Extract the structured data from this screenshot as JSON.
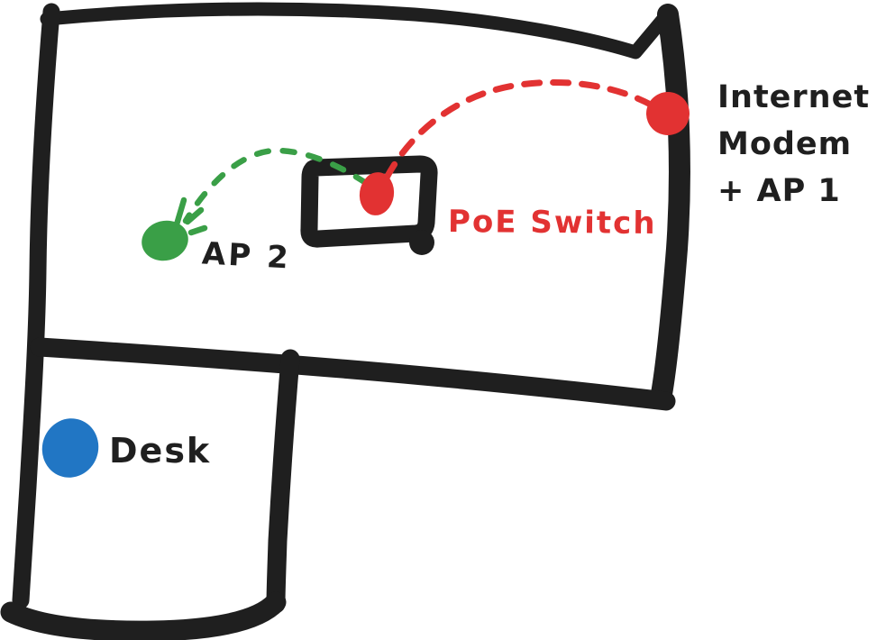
{
  "colors": {
    "wall": "#1f1f1f",
    "red": "#e23232",
    "green": "#3a9f47",
    "blue": "#2176c4",
    "background": "#ffffff"
  },
  "labels": {
    "modem": "Internet\nModem\n+ AP 1",
    "poe_switch": "PoE Switch",
    "ap2": "AP 2",
    "desk": "Desk"
  },
  "devices": [
    {
      "id": "internet-modem-ap1",
      "label": "Internet Modem + AP 1",
      "marker": "red-dot",
      "location": "top-right outer wall"
    },
    {
      "id": "poe-switch",
      "label": "PoE Switch",
      "marker": "red-dot",
      "location": "switch box in main room"
    },
    {
      "id": "ap2",
      "label": "AP 2",
      "marker": "green-dot",
      "location": "main room"
    },
    {
      "id": "desk",
      "label": "Desk",
      "marker": "blue-dot",
      "location": "small room"
    }
  ],
  "connections": [
    {
      "from": "internet-modem-ap1",
      "to": "poe-switch",
      "style": "dashed",
      "color": "#e23232"
    },
    {
      "from": "poe-switch",
      "to": "ap2",
      "style": "dashed",
      "color": "#3a9f47"
    }
  ]
}
